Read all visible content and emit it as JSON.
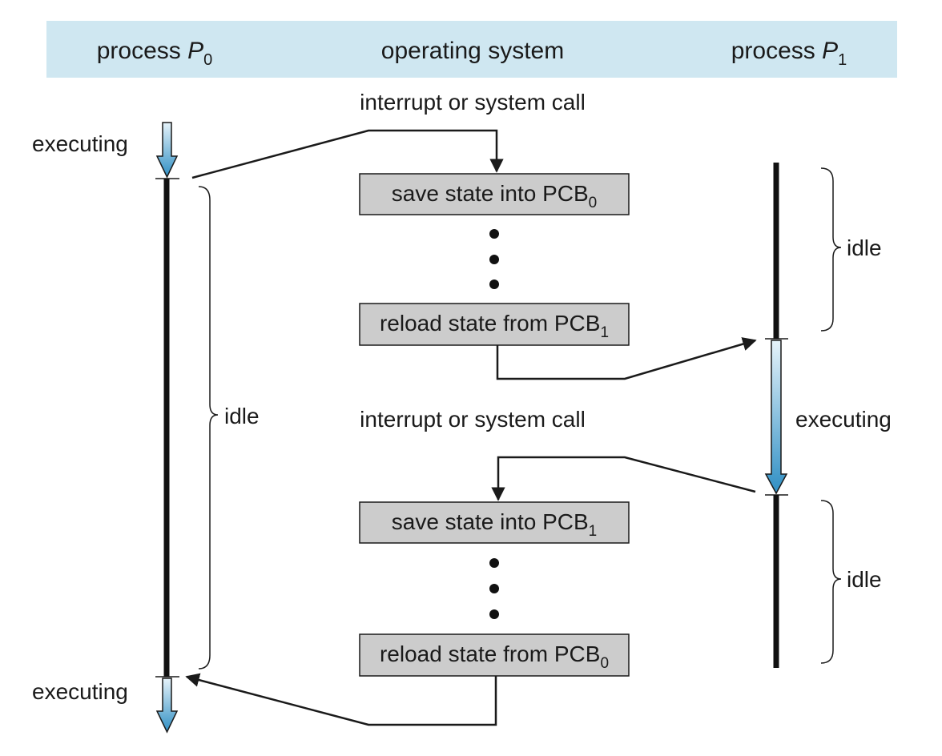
{
  "header": {
    "process0": {
      "label": "process",
      "name": "P",
      "subscript": "0"
    },
    "os": {
      "label": "operating system"
    },
    "process1": {
      "label": "process",
      "name": "P",
      "subscript": "1"
    }
  },
  "labels": {
    "interrupt_top": "interrupt or system call",
    "interrupt_mid": "interrupt or system call",
    "executing_p0_top": "executing",
    "executing_p0_bottom": "executing",
    "executing_p1": "executing",
    "idle_p0": "idle",
    "idle_p1_top": "idle",
    "idle_p1_bottom": "idle"
  },
  "boxes": {
    "save_pcb0": {
      "text": "save state into PCB",
      "sub": "0"
    },
    "reload_pcb1": {
      "text": "reload state from PCB",
      "sub": "1"
    },
    "save_pcb1": {
      "text": "save state into PCB",
      "sub": "1"
    },
    "reload_pcb0": {
      "text": "reload state from PCB",
      "sub": "0"
    }
  },
  "colors": {
    "header_bg": "#cfe7f1",
    "box_fill": "#cccccc",
    "arrow_dark": "#2f8fc4",
    "arrow_light": "#e6f3fa"
  }
}
